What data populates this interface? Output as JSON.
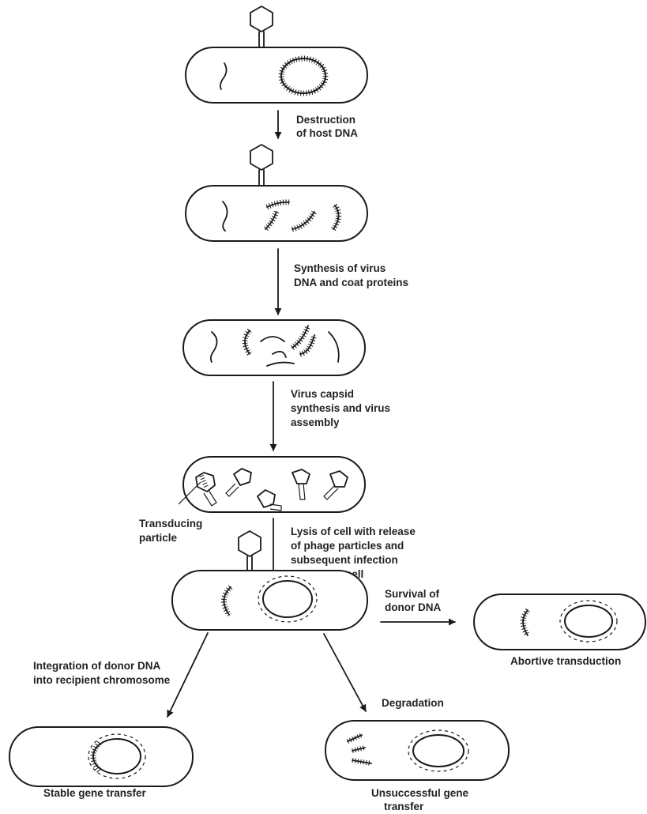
{
  "steps": {
    "destruction": [
      "Destruction",
      "of host DNA"
    ],
    "synthesis": [
      "Synthesis of virus",
      "DNA and coat proteins"
    ],
    "capsid": [
      "Virus capsid",
      "synthesis and virus",
      "assembly"
    ],
    "transducing": [
      "Transducing",
      "particle"
    ],
    "lysis": [
      "Lysis of cell with release",
      "of phage particles and",
      "subsequent infection",
      "of another cell"
    ],
    "survival": [
      "Survival of",
      "donor DNA"
    ],
    "integration": [
      "Integration of donor DNA",
      "into recipient chromosome"
    ],
    "degradation": [
      "Degradation"
    ]
  },
  "outcomes": {
    "abortive": [
      "Abortive transduction"
    ],
    "stable": [
      "Stable gene transfer"
    ],
    "unsuccessful": [
      "Unsuccessful gene",
      "transfer"
    ]
  }
}
